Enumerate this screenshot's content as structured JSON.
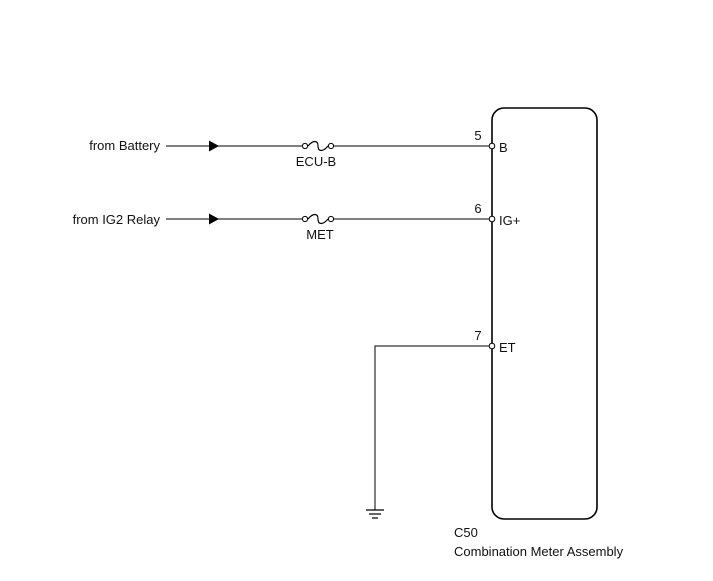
{
  "sources": {
    "battery": "from Battery",
    "ig2": "from IG2 Relay"
  },
  "fuses": {
    "ecu_b": "ECU-B",
    "met": "MET"
  },
  "pins": [
    {
      "number": "5",
      "name": "B"
    },
    {
      "number": "6",
      "name": "IG+"
    },
    {
      "number": "7",
      "name": "ET"
    }
  ],
  "component": {
    "code": "C50",
    "name": "Combination Meter Assembly"
  }
}
